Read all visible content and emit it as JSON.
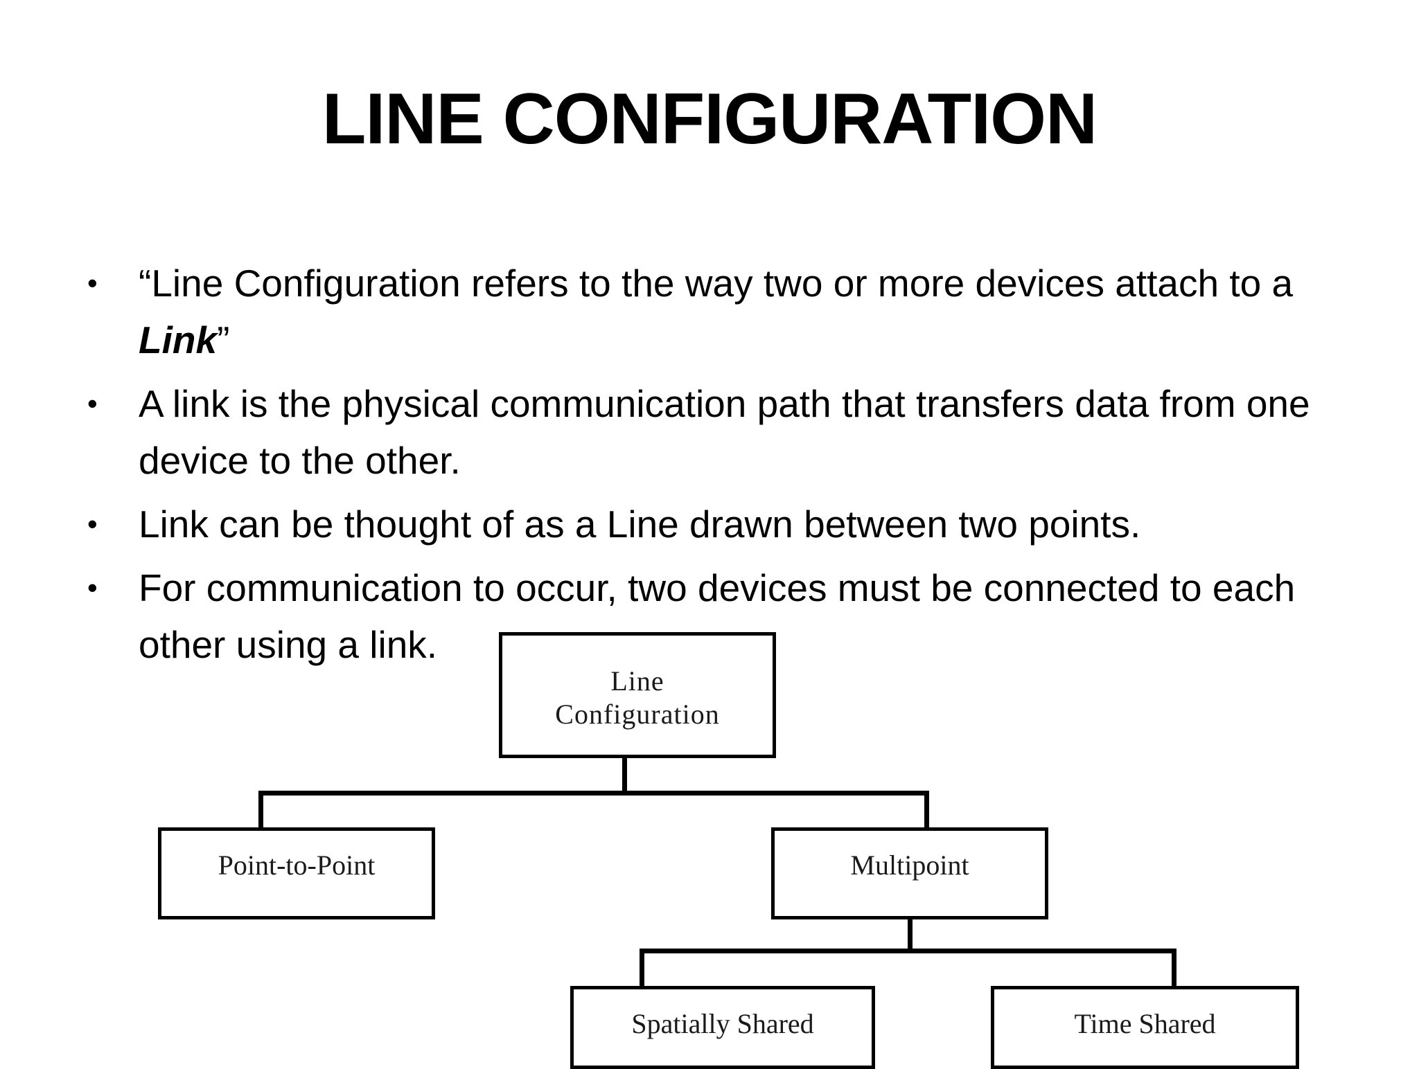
{
  "slide": {
    "title": "LINE CONFIGURATION",
    "background_color": "#ffffff",
    "text_color": "#000000"
  },
  "bullets": [
    {
      "marker": "•",
      "text_before": "“Line Configuration refers to the way two or more devices attach to a ",
      "emphasis": "Link",
      "text_after": "”",
      "full_text": "“Line Configuration refers to the way two or more devices attach to a Link”"
    },
    {
      "marker": "•",
      "full_text": "A link is the physical communication path that transfers data from one device to the other."
    },
    {
      "marker": "•",
      "full_text": "Link can be thought of as a Line drawn between two points."
    },
    {
      "marker": "•",
      "full_text": "For communication to occur, two devices must be connected to each other using a link."
    }
  ],
  "diagram": {
    "type": "tree",
    "root": {
      "id": "root",
      "label_line1": "Line",
      "label_line2": "Configuration"
    },
    "nodes": [
      {
        "id": "point-to-point",
        "label": "Point-to-Point",
        "parent": "root"
      },
      {
        "id": "multipoint",
        "label": "Multipoint",
        "parent": "root"
      },
      {
        "id": "spatially-shared",
        "label": "Spatially Shared",
        "parent": "multipoint"
      },
      {
        "id": "time-shared",
        "label": "Time Shared",
        "parent": "multipoint"
      }
    ],
    "box_border_color": "#000000",
    "box_fill_color": "#ffffff",
    "connector_color": "#000000"
  }
}
